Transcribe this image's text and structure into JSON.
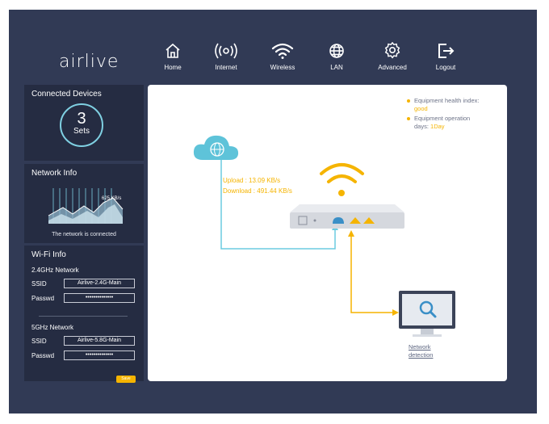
{
  "brand": {
    "logo": "airlive"
  },
  "nav": [
    {
      "label": "Home",
      "icon": "home-icon"
    },
    {
      "label": "Internet",
      "icon": "broadcast-icon"
    },
    {
      "label": "Wireless",
      "icon": "wifi-icon"
    },
    {
      "label": "LAN",
      "icon": "globe-icon"
    },
    {
      "label": "Advanced",
      "icon": "gear-icon"
    },
    {
      "label": "Logout",
      "icon": "logout-icon"
    }
  ],
  "connected": {
    "title": "Connected Devices",
    "count": "3",
    "unit": "Sets"
  },
  "network": {
    "title": "Network Info",
    "speed": "625 KB/s",
    "status": "The network is connected"
  },
  "wifi": {
    "title": "Wi-Fi Info",
    "band24": {
      "title": "2.4GHz Network",
      "ssid_label": "SSID",
      "ssid": "Airlive-2.4G-Main",
      "pwd_label": "Passwd",
      "pwd": "••••••••••••••"
    },
    "band5": {
      "title": "5GHz Network",
      "ssid_label": "SSID",
      "ssid": "Airlive-5.8G-Main",
      "pwd_label": "Passwd",
      "pwd": "••••••••••••••"
    },
    "save": "Save"
  },
  "status": {
    "health_label": "Equipment health index:",
    "health_value": "good",
    "days_label": "Equipment operation",
    "days_label2": "days:",
    "days_value": "1Day"
  },
  "traffic": {
    "upload": "Upload : 13.09 KB/s",
    "download": "Download : 491.44 KB/s"
  },
  "detection": {
    "line1": "Network",
    "line2": "detection"
  },
  "colors": {
    "bg": "#313a55",
    "panel": "#252c42",
    "accent": "#f5b400",
    "teal": "#6ccbe0"
  }
}
